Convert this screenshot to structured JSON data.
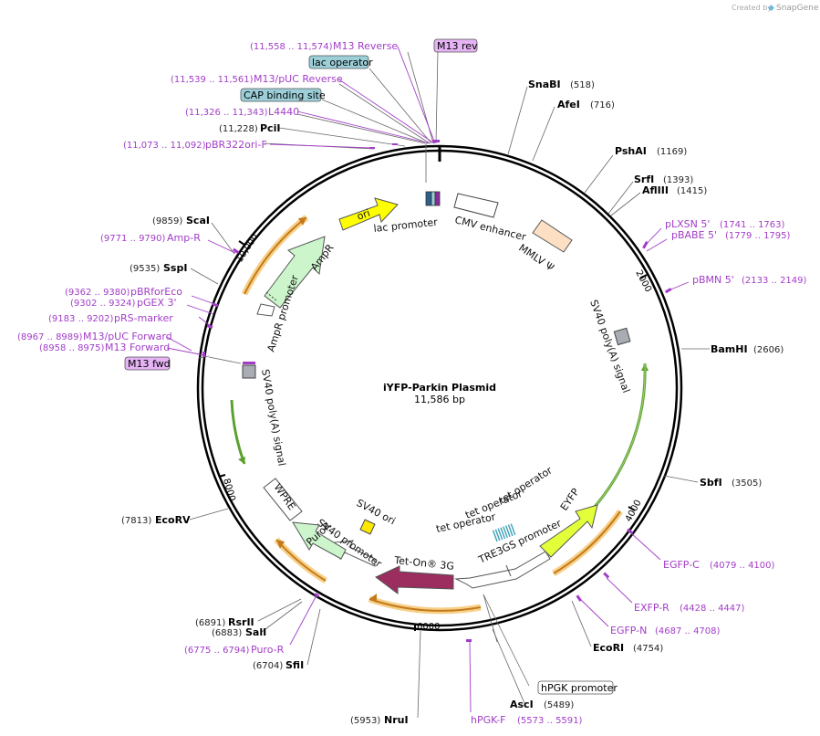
{
  "credit": {
    "prefix": "Created by",
    "brand": "SnapGene"
  },
  "plasmid": {
    "name": "iYFP-Parkin Plasmid",
    "length_label": "11,586 bp"
  },
  "ticks": [
    "2000",
    "4000",
    "6000",
    "8000",
    "10,000"
  ],
  "enzymes": [
    {
      "name": "SnaBI",
      "pos": "(518)"
    },
    {
      "name": "AfeI",
      "pos": "(716)"
    },
    {
      "name": "PshAI",
      "pos": "(1169)"
    },
    {
      "name": "SrfI",
      "pos": "(1393)"
    },
    {
      "name": "AflIII",
      "pos": "(1415)"
    },
    {
      "name": "BamHI",
      "pos": "(2606)"
    },
    {
      "name": "SbfI",
      "pos": "(3505)"
    },
    {
      "name": "EcoRI",
      "pos": "(4754)"
    },
    {
      "name": "AscI",
      "pos": "(5489)"
    },
    {
      "name": "NruI",
      "pos": "(5953)"
    },
    {
      "name": "SfiI",
      "pos": "(6704)"
    },
    {
      "name": "SalI",
      "pos": "(6883)"
    },
    {
      "name": "RsrII",
      "pos": "(6891)"
    },
    {
      "name": "EcoRV",
      "pos": "(7813)"
    },
    {
      "name": "SspI",
      "pos": "(9535)"
    },
    {
      "name": "ScaI",
      "pos": "(9859)"
    },
    {
      "name": "PciI",
      "pos": "(11,228)"
    }
  ],
  "primers": [
    {
      "name": "M13 Reverse",
      "pos": "(11,558 .. 11,574)"
    },
    {
      "name": "M13/pUC Reverse",
      "pos": "(11,539 .. 11,561)"
    },
    {
      "name": "L4440",
      "pos": "(11,326 .. 11,343)"
    },
    {
      "name": "pBR322ori-F",
      "pos": "(11,073 .. 11,092)"
    },
    {
      "name": "pLXSN 5'",
      "pos": "(1741 .. 1763)"
    },
    {
      "name": "pBABE 5'",
      "pos": "(1779 .. 1795)"
    },
    {
      "name": "pBMN 5'",
      "pos": "(2133 .. 2149)"
    },
    {
      "name": "EGFP-C",
      "pos": "(4079 .. 4100)"
    },
    {
      "name": "EXFP-R",
      "pos": "(4428 .. 4447)"
    },
    {
      "name": "EGFP-N",
      "pos": "(4687 .. 4708)"
    },
    {
      "name": "hPGK-F",
      "pos": "(5573 .. 5591)"
    },
    {
      "name": "Puro-R",
      "pos": "(6775 .. 6794)"
    },
    {
      "name": "Amp-R",
      "pos": "(9771 .. 9790)"
    },
    {
      "name": "pBRforEco",
      "pos": "(9362 .. 9380)"
    },
    {
      "name": "pGEX 3'",
      "pos": "(9302 .. 9324)"
    },
    {
      "name": "pRS-marker",
      "pos": "(9183 .. 9202)"
    },
    {
      "name": "M13/pUC Forward",
      "pos": "(8967 .. 8989)"
    },
    {
      "name": "M13 Forward",
      "pos": "(8958 .. 8975)"
    }
  ],
  "boxed_labels": {
    "m13_rev": "M13 rev",
    "m13_fwd": "M13 fwd",
    "lac_operator": "lac operator",
    "cap_site": "CAP binding site",
    "hpgk_promoter": "hPGK promoter"
  },
  "features": {
    "ori": "ori",
    "lac_promoter": "lac promoter",
    "cmv_enhancer": "CMV enhancer",
    "mmlv": "MMLV Ψ",
    "sv40_polya_right": "SV40 poly(A) signal",
    "sv40_polya_left": "SV40 poly(A) signal",
    "eyfp": "EYFP",
    "tre3gs": "TRE3GS promoter",
    "tet_op1": "tet operator",
    "tet_op2": "tet operator",
    "tet_op3": "tet operator",
    "teton": "Tet-On® 3G",
    "sv40_ori": "SV40 ori",
    "sv40_promoter": "SV40 promoter",
    "puror": "PuroR",
    "wpre": "WPRE",
    "ampr": "AmpR",
    "ampr_promoter": "AmpR promoter"
  },
  "colors": {
    "ori": "#ffff00",
    "ampr": "#ccf5cc",
    "cmv": "#ffffff",
    "mmlv": "#fde0c4",
    "eyfp": "#e3ff3a",
    "teton": "#9b2d5f",
    "puror": "#ccf5cc",
    "orf": "#f7a941",
    "primer": "#a23dc7",
    "box_blue": "#9ccfd8",
    "box_purple": "#e6b3f5"
  }
}
